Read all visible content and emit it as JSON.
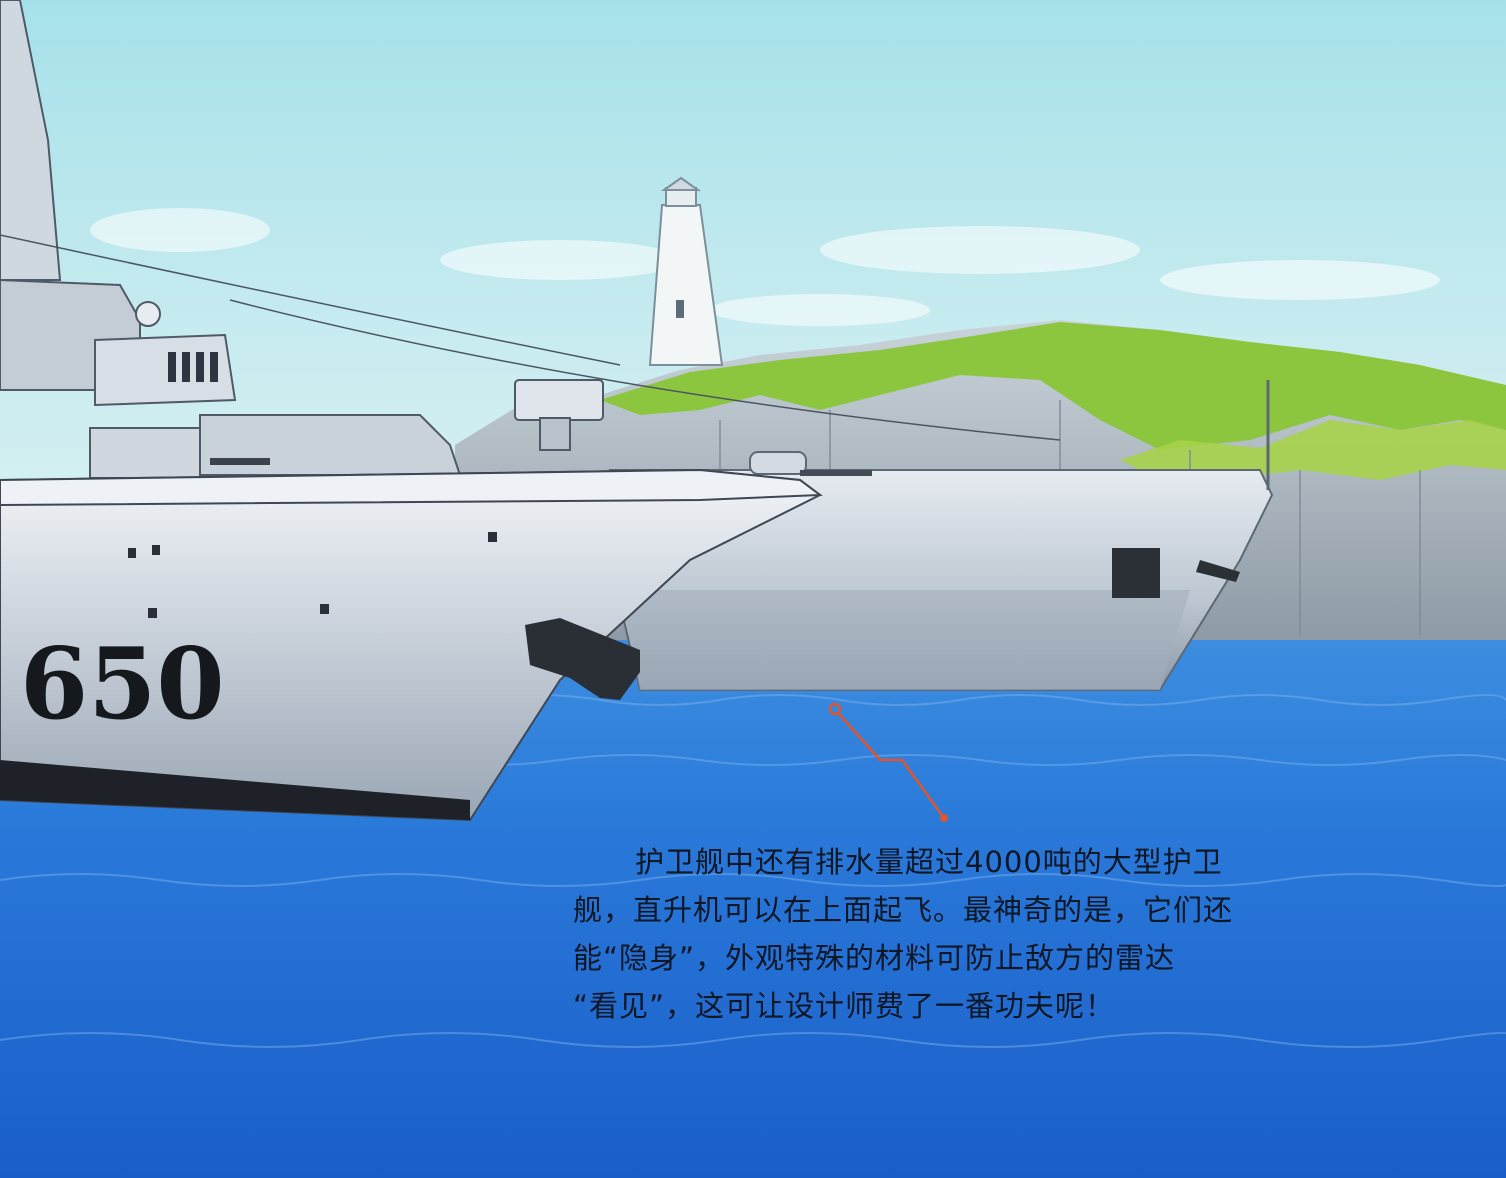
{
  "hull": {
    "number": "650"
  },
  "caption": {
    "lines": [
      "护卫舰中还有排水量超过4000吨的大型护卫",
      "舰，直升机可以在上面起飞。最神奇的是，它们还",
      "能“隐身”，外观特殊的材料可防止敌方的雷达",
      "“看见”，这可让设计师费了一番功夫呢！"
    ]
  },
  "colors": {
    "sky_top": "#9fdcea",
    "sea": "#1f6fd6",
    "cliff_grass": "#8cc63f",
    "ship_grey": "#c9d2db",
    "pointer_line": "#e0552b"
  }
}
